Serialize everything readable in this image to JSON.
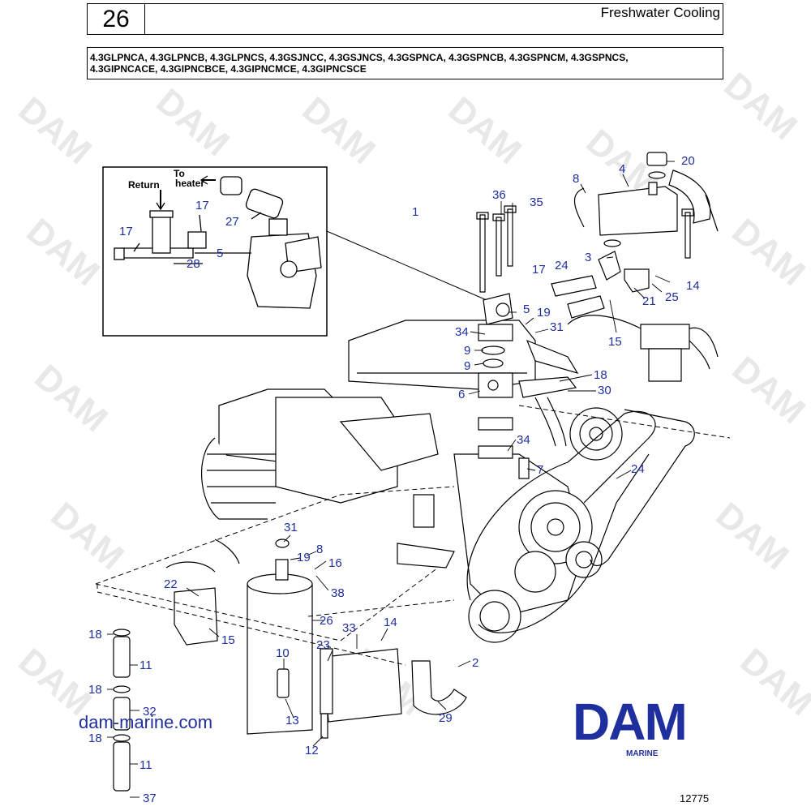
{
  "header": {
    "section_number": "26",
    "title": "Freshwater Cooling"
  },
  "models": {
    "line1": "4.3GLPNCA, 4.3GLPNCB, 4.3GLPNCS, 4.3GSJNCC, 4.3GSJNCS, 4.3GSPNCA, 4.3GSPNCB, 4.3GSPNCM, 4.3GSPNCS,",
    "line2": "4.3GIPNCACE, 4.3GIPNCBCE, 4.3GIPNCMCE, 4.3GIPNCSCE"
  },
  "inset": {
    "return_label": "Return",
    "to_heater_label_1": "To",
    "to_heater_label_2": "heater"
  },
  "callouts": {
    "c1": "1",
    "c2": "2",
    "c3": "3",
    "c4": "4",
    "c5a": "5",
    "c5b": "5",
    "c6": "6",
    "c7": "7",
    "c8a": "8",
    "c8b": "8",
    "c9a": "9",
    "c9b": "9",
    "c10": "10",
    "c11a": "11",
    "c11b": "11",
    "c12": "12",
    "c13": "13",
    "c14a": "14",
    "c14b": "14",
    "c15a": "15",
    "c15b": "15",
    "c16": "16",
    "c17a": "17",
    "c17b": "17",
    "c17c": "17",
    "c18a": "18",
    "c18b": "18",
    "c18c": "18",
    "c18d": "18",
    "c19a": "19",
    "c19b": "19",
    "c20": "20",
    "c21": "21",
    "c22": "22",
    "c23": "23",
    "c24a": "24",
    "c24b": "24",
    "c25": "25",
    "c26": "26",
    "c27": "27",
    "c28": "28",
    "c29": "29",
    "c30": "30",
    "c31a": "31",
    "c31b": "31",
    "c32": "32",
    "c33": "33",
    "c34a": "34",
    "c34b": "34",
    "c35": "35",
    "c36": "36",
    "c37": "37",
    "c38": "38"
  },
  "watermark": "DAM",
  "website": "dam-marine.com",
  "logo": {
    "brand": "DAM",
    "sub": "MARINE"
  },
  "reference_number": "12775",
  "colors": {
    "callout": "#1f2f9e",
    "logo": "#1f2f9e",
    "line": "#000000",
    "watermark": "#e6e6e6"
  }
}
